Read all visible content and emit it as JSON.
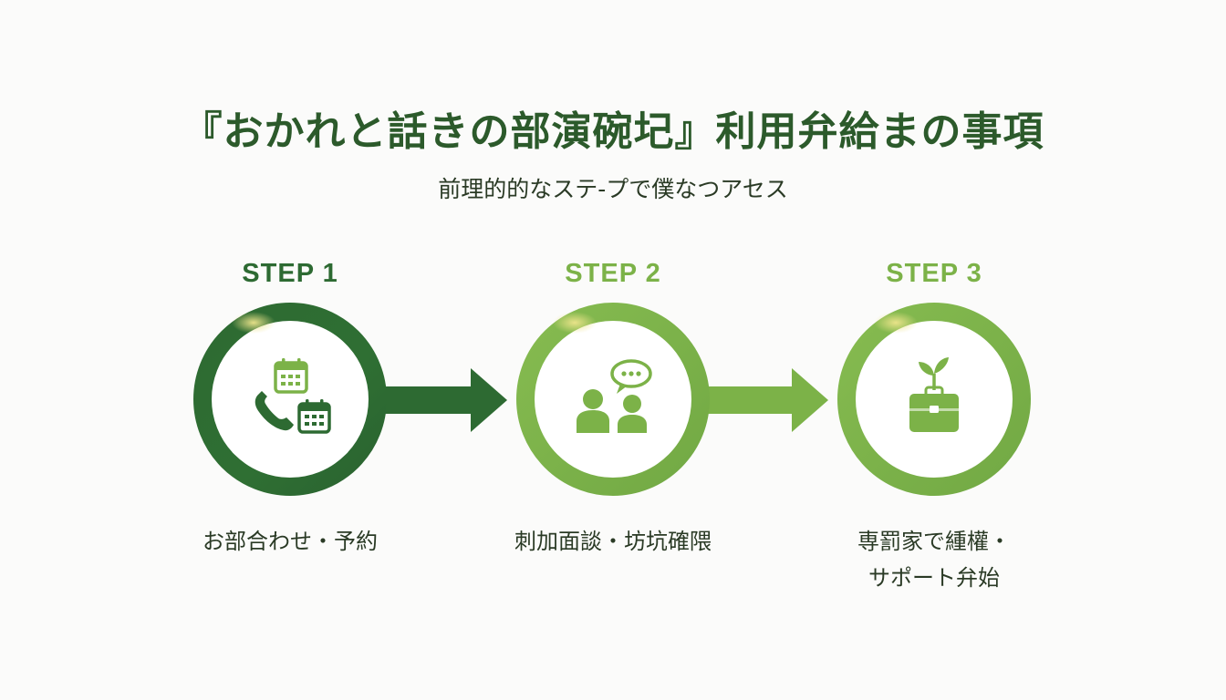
{
  "title": "『おかれと話きの部演碗圮』利用弁給まの事項",
  "subtitle": "前理的的なステ-プで僕なつアセス",
  "steps": [
    {
      "label": "STEP 1",
      "caption": "お部合わせ・予約",
      "icons": [
        "phone-icon",
        "calendar-icon"
      ],
      "color": "#2d6a32"
    },
    {
      "label": "STEP 2",
      "caption": "刺加面談・坊坑確隈",
      "icons": [
        "people-icon",
        "chat-bubble-icon"
      ],
      "color": "#7cb248"
    },
    {
      "label": "STEP 3",
      "caption_line1": "専罰家で緟權・",
      "caption_line2": "サポート弁始",
      "icons": [
        "briefcase-icon",
        "sprout-icon"
      ],
      "color": "#7cb248"
    }
  ],
  "colors": {
    "dark_green": "#2d6a32",
    "light_green": "#7cb248",
    "highlight": "#e8e088"
  }
}
